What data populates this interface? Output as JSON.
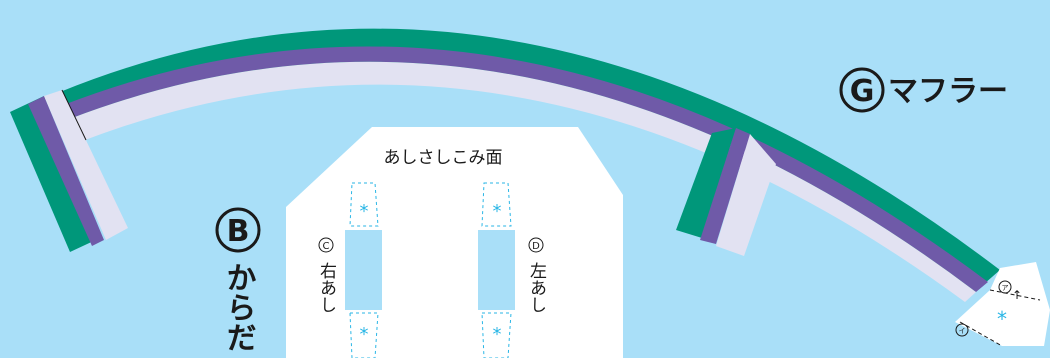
{
  "colors": {
    "background": "#a9dff8",
    "teal": "#00977a",
    "purple": "#6f5aa8",
    "lavender": "#e2e2f2",
    "white": "#ffffff",
    "asterisk": "#29b6e6",
    "dark": "#1a1a1a"
  },
  "muffler": {
    "badge": "G",
    "label": "マフラー"
  },
  "body_piece": {
    "badge": "B",
    "label": "からだ",
    "top_label": "あしさしこみ面",
    "left_leg_badge": "C",
    "left_leg_label": "右あし",
    "right_leg_badge": "D",
    "right_leg_label": "左あし"
  },
  "tab_marks": {
    "a": "ア",
    "i": "イ",
    "asterisk": "*"
  },
  "icons": [
    "scissors-cut-mark-icon",
    "asterisk-glue-icon",
    "arrow-icon"
  ]
}
